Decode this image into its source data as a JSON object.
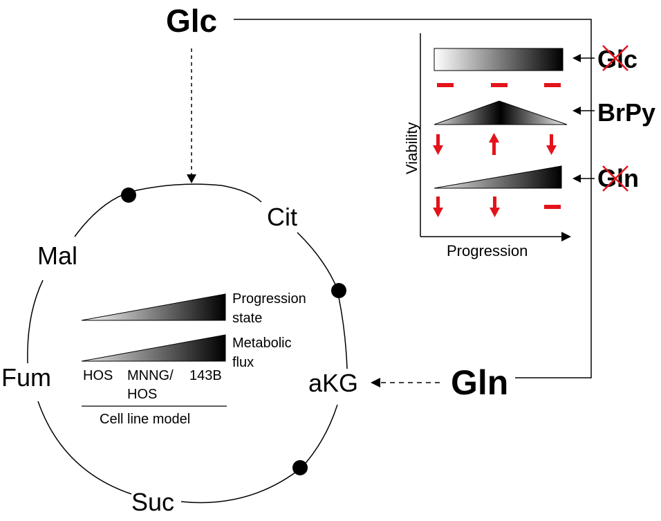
{
  "inputs": {
    "glucose": "Glc",
    "glutamine": "Gln"
  },
  "tca_cycle": {
    "metabolites": [
      "Cit",
      "aKG",
      "Suc",
      "Fum",
      "Mal"
    ]
  },
  "inset_legend": {
    "progression_label_line1": "Progression",
    "progression_label_line2": "state",
    "flux_label_line1": "Metabolic",
    "flux_label_line2": "flux",
    "cell_lines": [
      "HOS",
      "MNNG/",
      "HOS",
      "143B"
    ],
    "cell_line_axis": "Cell line model"
  },
  "viability_panel": {
    "y_axis": "Viability",
    "x_axis": "Progression",
    "conditions": [
      "Glc",
      "BrPy",
      "Gln"
    ],
    "struck_out": [
      "Glc",
      "Gln"
    ],
    "effects": [
      [
        "none",
        "none",
        "none"
      ],
      [
        "down",
        "up",
        "down"
      ],
      [
        "down",
        "down",
        "none"
      ]
    ]
  },
  "colors": {
    "effect_marker": "#e3131b",
    "strike": "#e3131b",
    "ink": "#000000"
  }
}
